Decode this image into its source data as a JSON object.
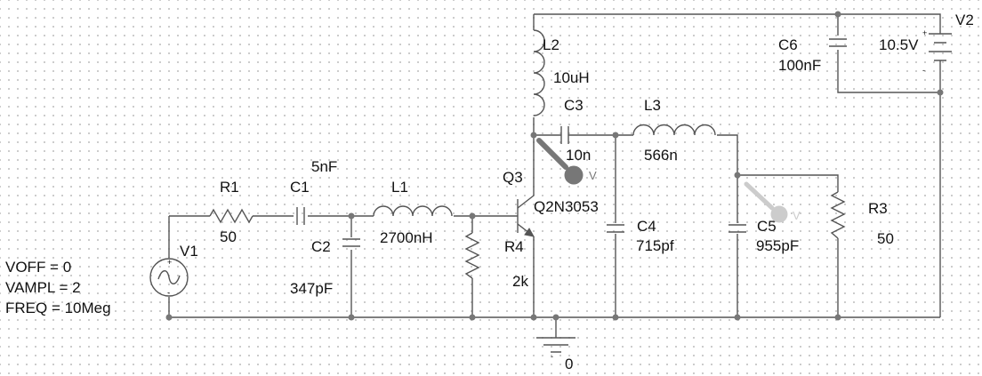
{
  "components": {
    "R1": {
      "name": "R1",
      "value": "50"
    },
    "C1": {
      "name": "C1",
      "value": "5nF"
    },
    "L1": {
      "name": "L1",
      "value": "2700nH"
    },
    "C2": {
      "name": "C2",
      "value": "347pF"
    },
    "R4": {
      "name": "R4",
      "value": "2k"
    },
    "Q3": {
      "name": "Q3",
      "model": "Q2N3053"
    },
    "L2": {
      "name": "L2",
      "value": "10uH"
    },
    "C3": {
      "name": "C3",
      "value": "10n"
    },
    "L3": {
      "name": "L3",
      "value": "566n"
    },
    "C4": {
      "name": "C4",
      "value": "715pf"
    },
    "C5": {
      "name": "C5",
      "value": "955pF"
    },
    "R3": {
      "name": "R3",
      "value": "50"
    },
    "C6": {
      "name": "C6",
      "value": "100nF"
    },
    "V2": {
      "name": "V2",
      "value": "10.5V"
    },
    "V1": {
      "name": "V1",
      "voff": "VOFF = 0",
      "vampl": "VAMPL = 2",
      "freq": "FREQ = 10Meg"
    }
  },
  "ground": {
    "label": "0"
  },
  "probes": [
    {
      "name": "probe-1",
      "label": "V",
      "color": "#777777"
    },
    {
      "name": "probe-2",
      "label": "V",
      "color": "#cccccc"
    }
  ],
  "polarity": {
    "plus": "+",
    "minus": "-"
  },
  "colors": {
    "wire": "#555555",
    "dot_grid": "#c4c4c4",
    "text": "#111111"
  }
}
